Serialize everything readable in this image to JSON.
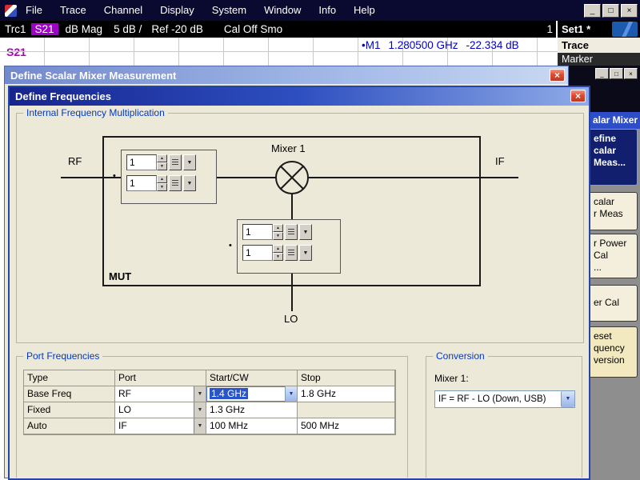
{
  "icons": {
    "minimize": "_",
    "restore": "□",
    "close": "×",
    "dropdown": "▼",
    "spin_up": "▲",
    "spin_down": "▼",
    "bullet": "•"
  },
  "menu": {
    "items": [
      "File",
      "Trace",
      "Channel",
      "Display",
      "System",
      "Window",
      "Info",
      "Help"
    ]
  },
  "trace_bar": {
    "trace": "Trc1",
    "meas": "S21",
    "format": "dB Mag",
    "scale": "5 dB /",
    "ref": "Ref -20 dB",
    "cal": "Cal Off Smo",
    "channel": "1"
  },
  "status_row": {
    "trace": "S21",
    "marker": "•M1",
    "frequency": "1.280500 GHz",
    "level": "-22.334 dB"
  },
  "right_panel": {
    "setup": "Set1 *",
    "trace_header": "Trace",
    "marker_header": "Marker",
    "menu_header": "alar Mixer",
    "softkeys": [
      {
        "lines": [
          "efine",
          "calar",
          "Meas..."
        ],
        "selected": true
      },
      {
        "lines": [
          "calar",
          "r Meas"
        ]
      },
      {
        "lines": [
          "r Power",
          "Cal",
          "..."
        ]
      },
      {
        "lines": [
          "er Cal"
        ]
      },
      {
        "lines": [
          "eset",
          "quency",
          "version"
        ]
      }
    ]
  },
  "mixer_dialog": {
    "title": "Define Scalar Mixer Measurement"
  },
  "freq_dialog": {
    "title": "Define Frequencies",
    "multiplication": {
      "title": "Internal Frequency Multiplication",
      "rf_label": "RF",
      "if_label": "IF",
      "lo_label": "LO",
      "mixer_label": "Mixer 1",
      "mut_label": "MUT",
      "rf_factors": [
        "1",
        "1"
      ],
      "lo_factors": [
        "1",
        "1"
      ]
    },
    "port_frequencies": {
      "title": "Port Frequencies",
      "headers": [
        "Type",
        "Port",
        "Start/CW",
        "Stop"
      ],
      "rows": [
        {
          "type": "Base Freq",
          "port": "RF",
          "start": "1.4 GHz",
          "stop": "1.8 GHz"
        },
        {
          "type": "Fixed",
          "port": "LO",
          "start": "1.3 GHz",
          "stop": ""
        },
        {
          "type": "Auto",
          "port": "IF",
          "start": "100 MHz",
          "stop": "500 MHz"
        }
      ]
    },
    "conversion": {
      "title": "Conversion",
      "mixer_label": "Mixer 1:",
      "value": "IF = RF - LO (Down, USB)"
    }
  },
  "colors": {
    "menubar_bg": "#0A0A30",
    "s21_highlight": "#A000C8",
    "marker_text": "#0000C8",
    "dialog_bg": "#ECE9D8",
    "titlebar_active_left": "#16258E",
    "titlebar_active_right": "#8FABE8",
    "close_button": "#DE4A2F",
    "group_title": "#0038C8",
    "selection_blue": "#2A55C8",
    "softkey_selected": "#111F6E"
  }
}
